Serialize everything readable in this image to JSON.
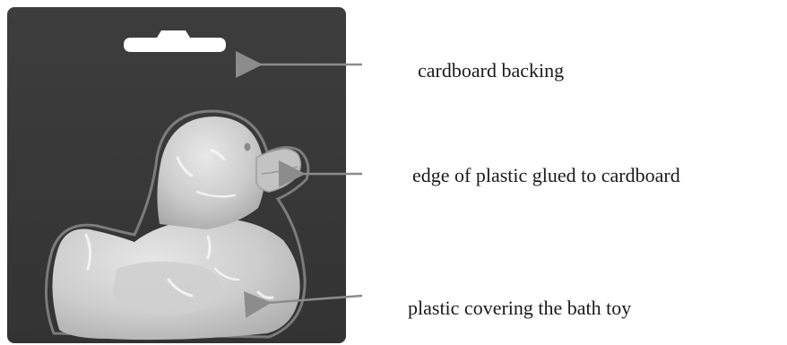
{
  "figure": {
    "subject": "blister-packed bath toy duck",
    "colors": {
      "card": "#3a3a3a",
      "hang_hole": "#ffffff",
      "plastic": "#c9c9c9",
      "arrow": "#8c8c8c",
      "text": "#1a1a1a"
    },
    "annotations": [
      {
        "label": "cardboard backing"
      },
      {
        "label": "edge of plastic glued to cardboard"
      },
      {
        "label": "plastic covering the bath toy"
      }
    ]
  }
}
